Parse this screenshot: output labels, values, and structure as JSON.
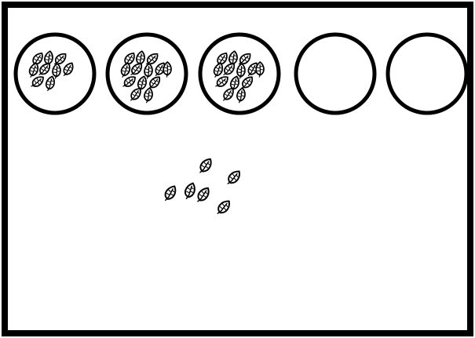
{
  "colors": {
    "background": "#ffffff",
    "stroke": "#000000"
  },
  "icon": "leaf-icon",
  "circles": [
    {
      "leaf_count": 9
    },
    {
      "leaf_count": 13
    },
    {
      "leaf_count": 13
    },
    {
      "leaf_count": 0
    },
    {
      "leaf_count": 0
    }
  ],
  "loose_leaves": {
    "count": 6
  }
}
